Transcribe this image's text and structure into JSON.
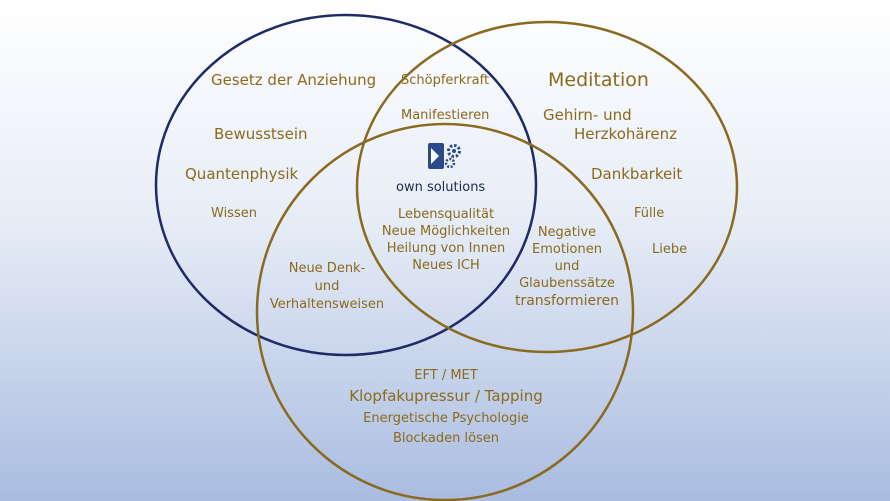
{
  "colors": {
    "circle_left": "#1f2a66",
    "circle_other": "#8a6a1e",
    "text": "#8a6a1e",
    "logo": "#2a4a8a"
  },
  "left": {
    "gesetz": "Gesetz der Anziehung",
    "bewusstsein": "Bewusstsein",
    "quantenphysik": "Quantenphysik",
    "wissen": "Wissen"
  },
  "top_overlap": {
    "schoepferkraft": "Schöpferkraft",
    "manifestieren": "Manifestieren"
  },
  "right": {
    "meditation": "Meditation",
    "gehirn_1": "Gehirn- und",
    "gehirn_2": "Herzkohärenz",
    "dankbarkeit": "Dankbarkeit",
    "fuelle": "Fülle",
    "liebe": "Liebe"
  },
  "center": {
    "logo_icon": "gear-logo-icon",
    "logo_text": "own solutions",
    "line1": "Lebensqualität",
    "line2": "Neue Möglichkeiten",
    "line3": "Heilung von Innen",
    "line4": "Neues ICH"
  },
  "left_bottom": {
    "line1": "Neue Denk-",
    "line2": "und",
    "line3": "Verhaltensweisen"
  },
  "right_bottom": {
    "line1": "Negative",
    "line2": "Emotionen",
    "line3": "und",
    "line4": "Glaubenssätze",
    "line5": "transformieren"
  },
  "bottom": {
    "eft": "EFT  / MET",
    "klopf": "Klopfakupressur / Tapping",
    "energetische": "Energetische Psychologie",
    "blockaden": "Blockaden lösen"
  }
}
